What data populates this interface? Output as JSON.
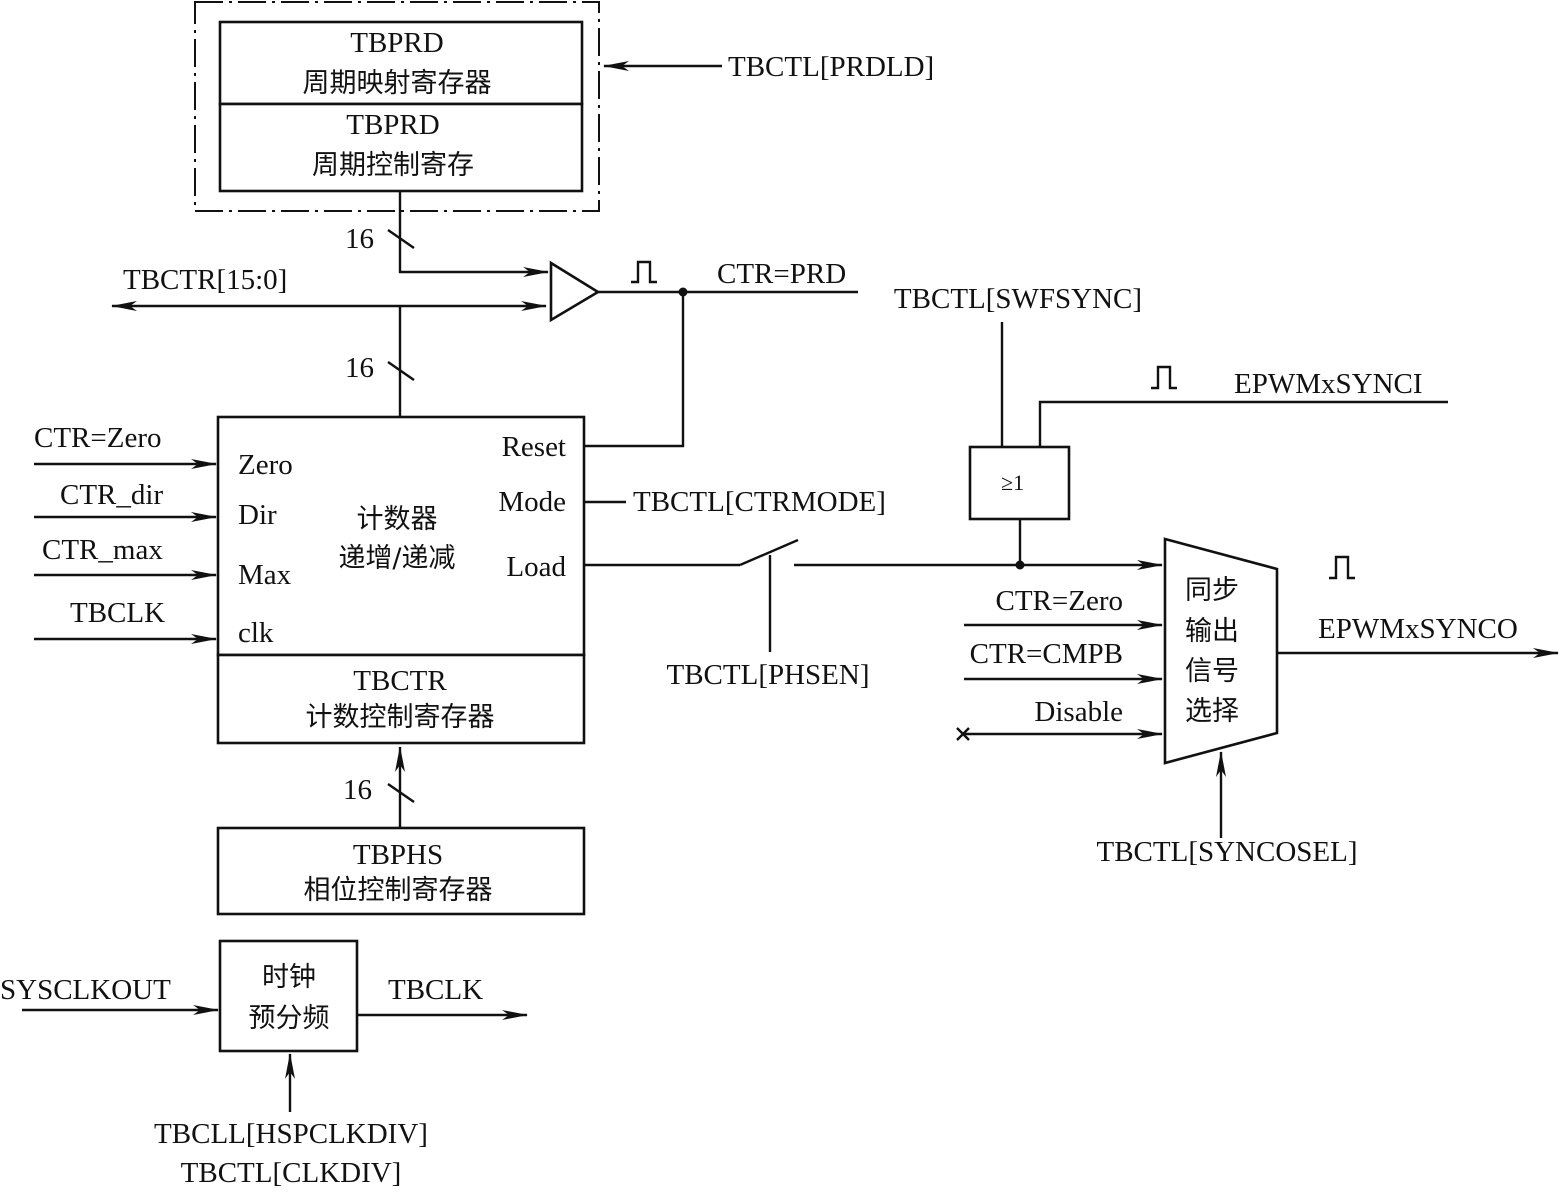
{
  "colors": {
    "ink": "#111111",
    "background": "#ffffff"
  },
  "period_block": {
    "shadow_title": "TBPRD",
    "shadow_subtitle": "周期映射寄存器",
    "active_title": "TBPRD",
    "active_subtitle": "周期控制寄存",
    "load_control": "TBCTL[PRDLD]"
  },
  "bus": {
    "width_period": "16",
    "width_counter": "16",
    "width_phase": "16",
    "counter_out": "TBCTR[15:0]"
  },
  "comparator": {
    "output": "CTR=PRD"
  },
  "counter": {
    "inputs": [
      "CTR=Zero",
      "CTR_dir",
      "CTR_max",
      "TBCLK"
    ],
    "ports_left": [
      "Zero",
      "Dir",
      "Max",
      "clk"
    ],
    "ports_right": [
      "Reset",
      "Mode",
      "Load"
    ],
    "label_line1": "计数器",
    "label_line2": "递增/递减",
    "mode_control": "TBCTL[CTRMODE]",
    "register_title": "TBCTR",
    "register_subtitle": "计数控制寄存器"
  },
  "phase": {
    "title": "TBPHS",
    "subtitle": "相位控制寄存器",
    "enable": "TBCTL[PHSEN]"
  },
  "sync": {
    "software_sync": "TBCTL[SWFSYNC]",
    "sync_in": "EPWMxSYNCI",
    "or_symbol": "≥1",
    "mux_inputs": [
      "CTR=Zero",
      "CTR=CMPB",
      "Disable"
    ],
    "mux_label": [
      "同步",
      "输出",
      "信号",
      "选择"
    ],
    "sync_out": "EPWMxSYNCO",
    "select_control": "TBCTL[SYNCOSEL]"
  },
  "prescaler": {
    "input": "SYSCLKOUT",
    "label_line1": "时钟",
    "label_line2": "预分频",
    "output": "TBCLK",
    "control_line1": "TBCLL[HSPCLKDIV]",
    "control_line2": "TBCTL[CLKDIV]"
  }
}
